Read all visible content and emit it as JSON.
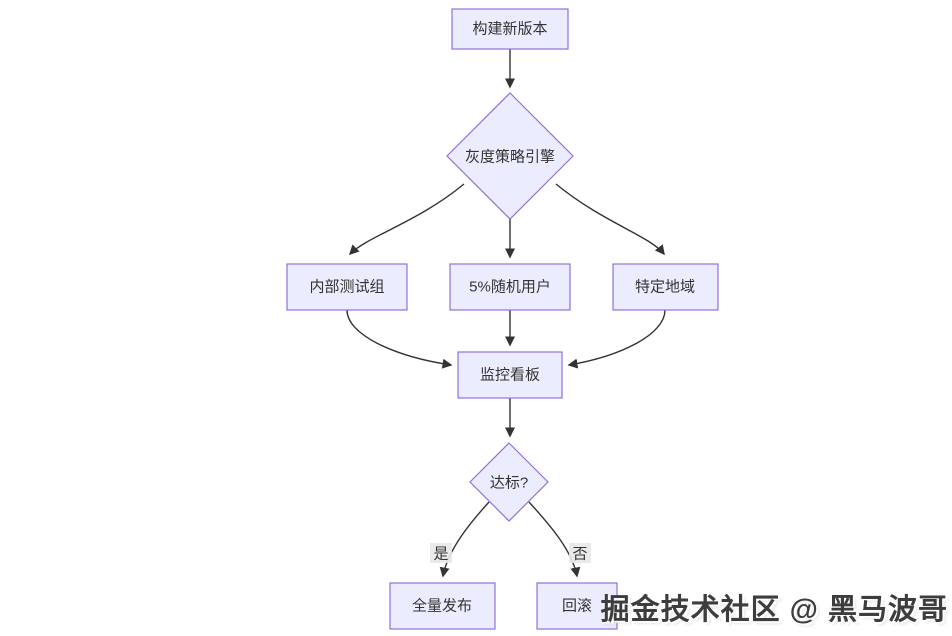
{
  "diagram": {
    "type": "flowchart",
    "direction": "top-down",
    "colors": {
      "background": "#ffffff",
      "node_fill": "#ECECFF",
      "node_border": "#9370DB",
      "edge": "#333333",
      "edge_label_bg": "#e8e8e8",
      "text": "#333333"
    },
    "nodes": {
      "build": {
        "label": "构建新版本",
        "shape": "rect"
      },
      "strategy": {
        "label": "灰度策略引擎",
        "shape": "diamond"
      },
      "internal": {
        "label": "内部测试组",
        "shape": "rect"
      },
      "random": {
        "label": "5%随机用户",
        "shape": "rect"
      },
      "region": {
        "label": "特定地域",
        "shape": "rect"
      },
      "monitor": {
        "label": "监控看板",
        "shape": "rect"
      },
      "check": {
        "label": "达标?",
        "shape": "diamond"
      },
      "full": {
        "label": "全量发布",
        "shape": "rect"
      },
      "rollback": {
        "label": "回滚",
        "shape": "rect"
      }
    },
    "edge_labels": {
      "yes": "是",
      "no": "否"
    },
    "edges": [
      {
        "from": "构建新版本",
        "to": "灰度策略引擎",
        "label": ""
      },
      {
        "from": "灰度策略引擎",
        "to": "内部测试组",
        "label": ""
      },
      {
        "from": "灰度策略引擎",
        "to": "5%随机用户",
        "label": ""
      },
      {
        "from": "灰度策略引擎",
        "to": "特定地域",
        "label": ""
      },
      {
        "from": "内部测试组",
        "to": "监控看板",
        "label": ""
      },
      {
        "from": "5%随机用户",
        "to": "监控看板",
        "label": ""
      },
      {
        "from": "特定地域",
        "to": "监控看板",
        "label": ""
      },
      {
        "from": "监控看板",
        "to": "达标?",
        "label": ""
      },
      {
        "from": "达标?",
        "to": "全量发布",
        "label": "是"
      },
      {
        "from": "达标?",
        "to": "回滚",
        "label": "否"
      }
    ]
  },
  "watermark": {
    "text": "掘金技术社区 @ 黑马波哥"
  }
}
